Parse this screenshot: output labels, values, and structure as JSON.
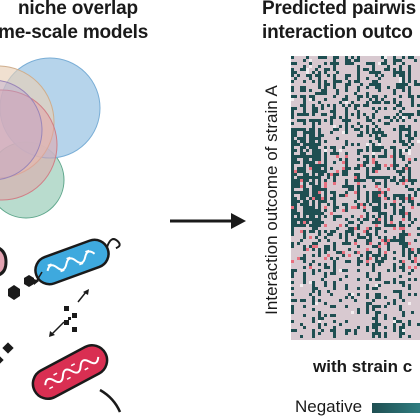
{
  "left_panel": {
    "title_line_1": "niche overlap",
    "title_line_2": "me-scale models"
  },
  "right_panel": {
    "title_line_1": "Predicted pairwis",
    "title_line_2": "interaction outco",
    "y_axis_label": "Interaction outcome of strain A",
    "x_axis_label": "with strain c",
    "legend_label": "Negative"
  },
  "colors": {
    "negative": "#1f4f52",
    "neutral": "#d8c9d0",
    "positive": "#e8707f",
    "bacterium_blue": "#3ea9de",
    "bacterium_red": "#d92f52"
  }
}
